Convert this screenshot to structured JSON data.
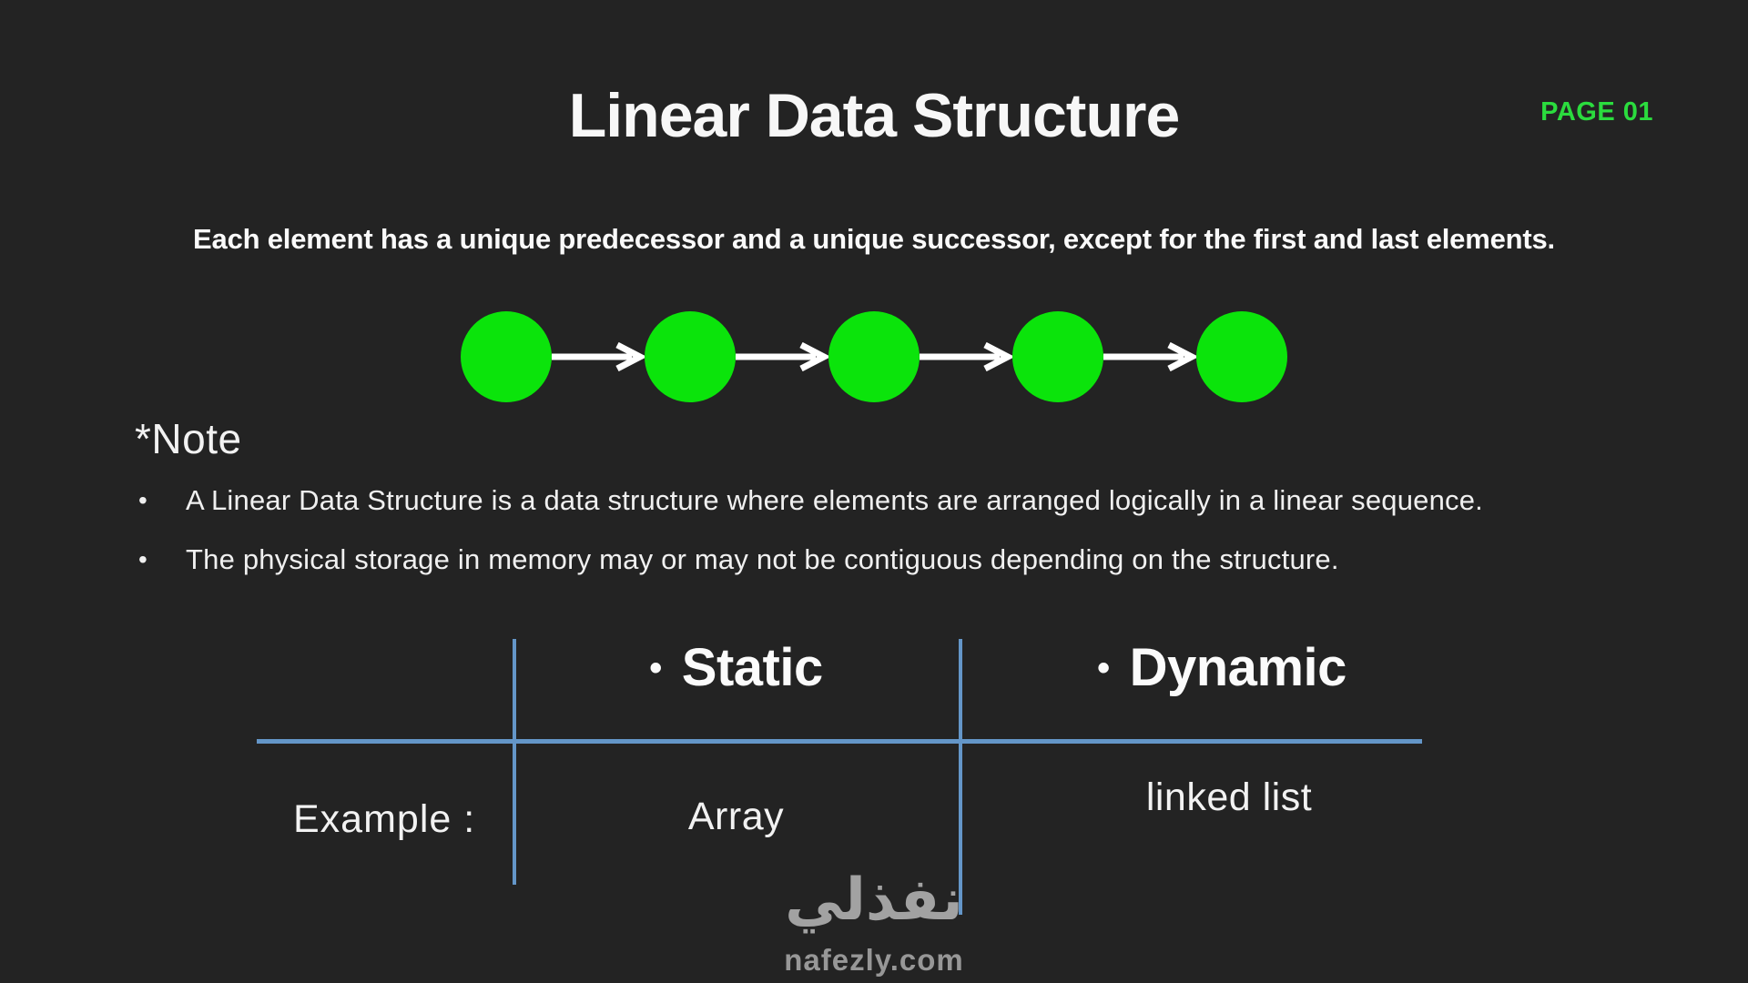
{
  "page": {
    "title": "Linear Data Structure",
    "page_label": "PAGE 01"
  },
  "subtitle": "Each element has a unique predecessor and a unique successor, except for the first and last elements.",
  "diagram": {
    "description": "five nodes linked by arrows in a linear sequence",
    "node_count": 5,
    "node_color": "#0be40b",
    "arrow_color": "#ffffff"
  },
  "note": {
    "heading": "*Note",
    "bullets": [
      "A Linear Data Structure is a data structure where elements are arranged logically in a linear sequence.",
      "The physical storage in memory may or may not be contiguous depending on the structure."
    ]
  },
  "table": {
    "columns": [
      {
        "label": "Static"
      },
      {
        "label": "Dynamic"
      }
    ],
    "row_label": "Example :",
    "cells": [
      {
        "value": "Array"
      },
      {
        "value": "linked list"
      }
    ],
    "line_color": "#6496c8"
  },
  "footer": {
    "logo_arabic": "نفذلي",
    "logo_domain": "nafezly.com"
  },
  "glyphs": {
    "bullet": "•"
  },
  "colors": {
    "background": "#232323",
    "accent_green": "#0be40b",
    "page_label_green": "#2bdc3e",
    "table_line_blue": "#6496c8",
    "text_white": "#f2f2f2",
    "logo_gray": "#a2a2a2"
  }
}
